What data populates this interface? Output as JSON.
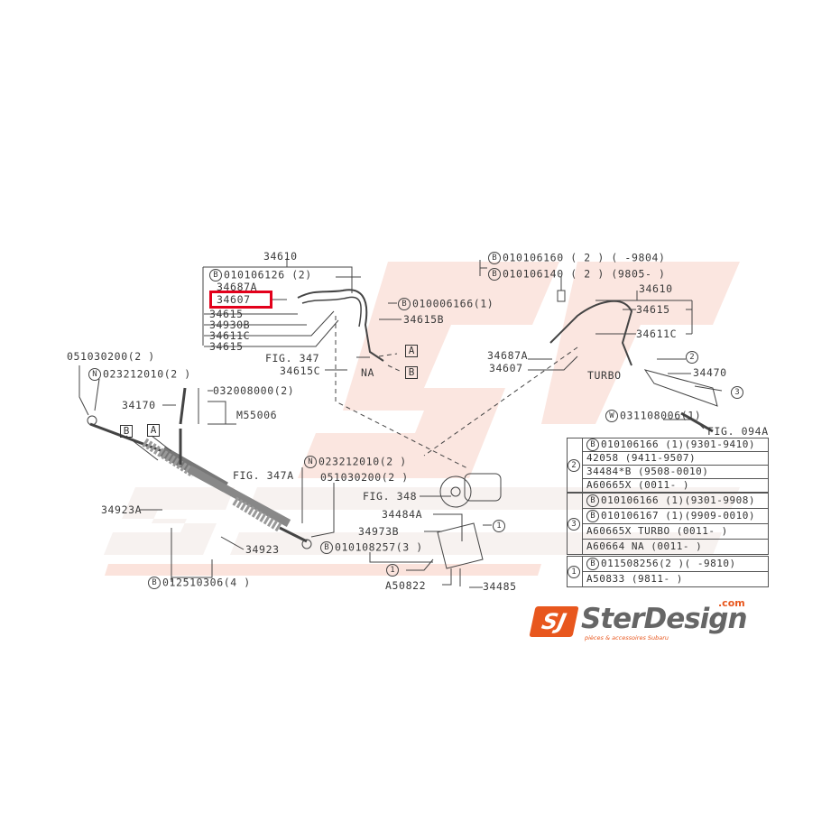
{
  "watermark": {
    "brand": "SterDesign",
    "tagline": "pièces & accessoires Subaru",
    "color": "#f6d7cf"
  },
  "highlight_color": "#e3001b",
  "labels": {
    "l_34610": "34610",
    "l_010106126": "010106126 (2)",
    "l_34687A": "34687A",
    "l_34607": "34607",
    "l_34615a": "34615",
    "l_34930B": "34930B",
    "l_34611C": "34611C",
    "l_34615b": "34615",
    "l_fig347": "FIG. 347",
    "l_34615C": "34615C",
    "l_010006166": "010006166(1)",
    "l_34615B": "34615B",
    "l_NA": "NA",
    "l_boxA1": "A",
    "l_boxB1": "B",
    "r_010106160": "010106160 ( 2 ) (  -9804)",
    "r_010106140": "010106140 ( 2 ) (9805-  )",
    "r_34610": "34610",
    "r_34615": "34615",
    "r_34611C": "34611C",
    "r_34687A": "34687A",
    "r_34607": "34607",
    "r_TURBO": "TURBO",
    "r_c2": "2",
    "r_34470": "34470",
    "r_c3": "3",
    "r_031108006": "031108006(1)",
    "r_fig094A": "FIG. 094A",
    "g_051030200a": "051030200(2 )",
    "g_023212010a": "023212010(2 )",
    "g_34170": "34170",
    "g_032008000": "032008000(2)",
    "g_M55006": "M55006",
    "g_boxB": "B",
    "g_boxA": "A",
    "g_fig347A": "FIG. 347A",
    "g_34923A": "34923A",
    "g_34923": "34923",
    "g_012510306": "012510306(4 )",
    "g_023212010b": "023212010(2 )",
    "g_051030200b": "051030200(2 )",
    "g_fig348": "FIG. 348",
    "g_34484A": "34484A",
    "g_34973B": "34973B",
    "g_010108257": "010108257(3 )",
    "g_c1a": "1",
    "g_c1b": "1",
    "g_A50822": "A50822",
    "g_34485": "34485"
  },
  "prefix": {
    "B": "B",
    "N": "N",
    "W": "W"
  },
  "table": {
    "groups": [
      {
        "key": "2",
        "rows": [
          {
            "prefix": "B",
            "text": "010106166 (1)(9301-9410)"
          },
          {
            "prefix": "",
            "text": "42058 (9411-9507)"
          },
          {
            "prefix": "",
            "text": "34484*B (9508-0010)"
          },
          {
            "prefix": "",
            "text": "A60665X (0011-    )"
          }
        ]
      },
      {
        "key": "3",
        "rows": [
          {
            "prefix": "B",
            "text": "010106166 (1)(9301-9908)"
          },
          {
            "prefix": "B",
            "text": "010106167 (1)(9909-0010)"
          },
          {
            "prefix": "",
            "text": "A60665X TURBO (0011-    )"
          },
          {
            "prefix": "",
            "text": "A60664  NA (0011-    )"
          }
        ]
      },
      {
        "key": "1",
        "rows": [
          {
            "prefix": "B",
            "text": "011508256(2 )(    -9810)"
          },
          {
            "prefix": "",
            "text": "A50833 (9811-    )"
          }
        ]
      }
    ]
  },
  "logo": {
    "mark": "SJ",
    "brand": "SterDesign",
    "domain": ".com",
    "tagline": "pièces & accessoires Subaru",
    "color": "#e8571e"
  }
}
